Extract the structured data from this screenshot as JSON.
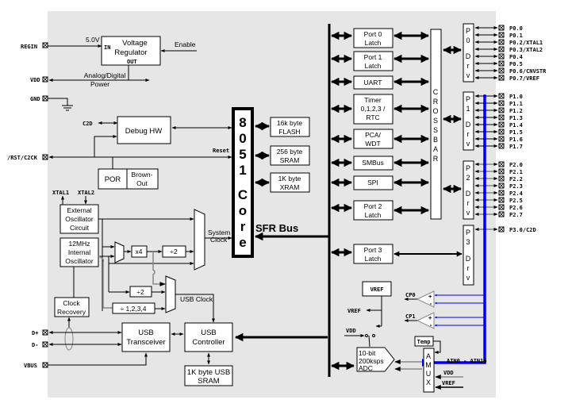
{
  "diagram": {
    "core": {
      "label": "8051 Core",
      "chars": [
        "8",
        "0",
        "5",
        "1",
        "C",
        "o",
        "r",
        "e"
      ]
    },
    "sfr_bus": "SFR Bus",
    "memory": {
      "flash": [
        "16k byte",
        "FLASH"
      ],
      "sram": [
        "256 byte",
        "SRAM"
      ],
      "xram": [
        "1K byte",
        "XRAM"
      ]
    },
    "power": {
      "regulator": [
        "Voltage",
        "Regulator"
      ],
      "reg_in": "IN",
      "reg_out": "OUT",
      "five_volt": "5.0V",
      "enable": "Enable",
      "analog_digital": [
        "Analog/Digital",
        "Power"
      ]
    },
    "debug": {
      "label": "Debug HW",
      "c2d": "C2D",
      "reset": "Reset"
    },
    "por": "POR",
    "brownout": [
      "Brown-",
      "Out"
    ],
    "clock": {
      "xtal1": "XTAL1",
      "xtal2": "XTAL2",
      "ext_osc": [
        "External",
        "Oscillator",
        "Circuit"
      ],
      "int_osc": [
        "12MHz",
        "Internal",
        "Oscillator"
      ],
      "x4": "x4",
      "div2a": "÷2",
      "div2b": "÷2",
      "div1234": "÷ 1,2,3,4",
      "system_clock": [
        "System",
        "Clock"
      ],
      "usb_clock": "USB Clock",
      "clock_recovery": [
        "Clock",
        "Recovery"
      ]
    },
    "usb": {
      "transceiver": [
        "USB",
        "Transceiver"
      ],
      "controller": [
        "USB",
        "Controller"
      ],
      "sram": [
        "1K byte USB",
        "SRAM"
      ]
    },
    "left_pins": [
      "REGIN",
      "VDD",
      "GND",
      "/RST/C2CK",
      "D+",
      "D-",
      "VBUS"
    ],
    "peripherals": [
      [
        "Port 0",
        "Latch"
      ],
      [
        "Port 1",
        "Latch"
      ],
      [
        "UART"
      ],
      [
        "Timer",
        "0,1,2,3 /",
        "RTC"
      ],
      [
        "PCA/",
        "WDT"
      ],
      [
        "SMBus"
      ],
      [
        "SPI"
      ],
      [
        "Port 2",
        "Latch"
      ],
      [
        "Port 3",
        "Latch"
      ]
    ],
    "crossbar": [
      "C",
      "R",
      "O",
      "S",
      "S",
      "B",
      "A",
      "R"
    ],
    "port_drivers": [
      {
        "label": [
          "P",
          "0",
          "D",
          "r",
          "v"
        ],
        "pins": [
          "P0.0",
          "P0.1",
          "P0.2/XTAL1",
          "P0.3/XTAL2",
          "P0.4",
          "P0.5",
          "P0.6/CNVSTR",
          "P0.7/VREF"
        ]
      },
      {
        "label": [
          "P",
          "1",
          "D",
          "r",
          "v"
        ],
        "pins": [
          "P1.0",
          "P1.1",
          "P1.2",
          "P1.3",
          "P1.4",
          "P1.5",
          "P1.6",
          "P1.7"
        ]
      },
      {
        "label": [
          "P",
          "2",
          "D",
          "r",
          "v"
        ],
        "pins": [
          "P2.0",
          "P2.1",
          "P2.2",
          "P2.3",
          "P2.4",
          "P2.5",
          "P2.6",
          "P2.7"
        ]
      },
      {
        "label": [
          "P",
          "3",
          "D",
          "r",
          "v"
        ],
        "pins": [
          "P3.0/C2D"
        ]
      }
    ],
    "analog": {
      "vref_block": "VREF",
      "vref_out": "VREF",
      "vdd": "VDD",
      "cp0": "CP0",
      "cp1": "CP1",
      "plus": "+",
      "minus": "-",
      "temp": "Temp",
      "amux": [
        "A",
        "M",
        "U",
        "X"
      ],
      "ain": "AIN0 - AIN16",
      "amux_vdd": "VDD",
      "amux_vref": "VREF",
      "adc": [
        "10-bit",
        "200ksps",
        "ADC"
      ]
    }
  }
}
